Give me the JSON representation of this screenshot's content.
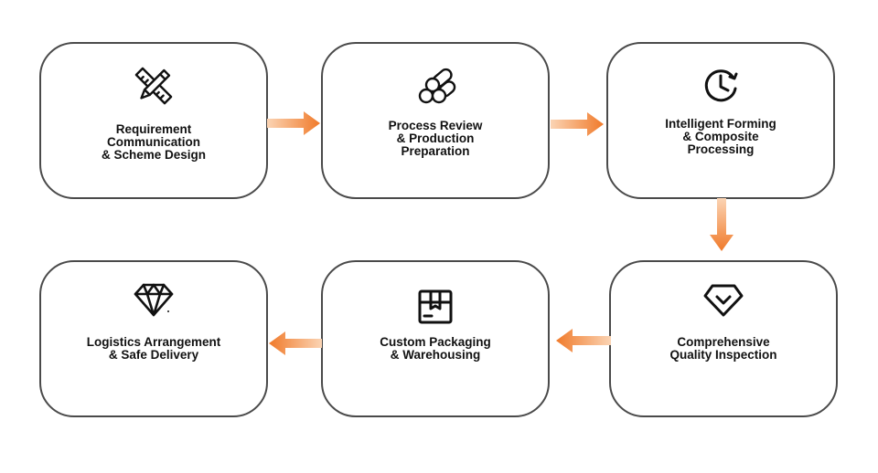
{
  "accent_color": "#f07a2a",
  "steps": [
    {
      "label_lines": [
        "Requirement",
        "Communication",
        "& Scheme Design"
      ],
      "icon": "pencil-ruler-icon"
    },
    {
      "label_lines": [
        "Process Review",
        "& Production",
        "Preparation"
      ],
      "icon": "material-rods-icon"
    },
    {
      "label_lines": [
        "Intelligent Forming",
        "& Composite",
        "Processing"
      ],
      "icon": "clock-cycle-icon"
    },
    {
      "label_lines": [
        "Comprehensive",
        "Quality Inspection"
      ],
      "icon": "quality-shield-icon"
    },
    {
      "label_lines": [
        "Custom Packaging",
        "& Warehousing"
      ],
      "icon": "package-box-icon"
    },
    {
      "label_lines": [
        "Logistics Arrangement",
        "& Safe Delivery"
      ],
      "icon": "diamond-icon"
    }
  ]
}
